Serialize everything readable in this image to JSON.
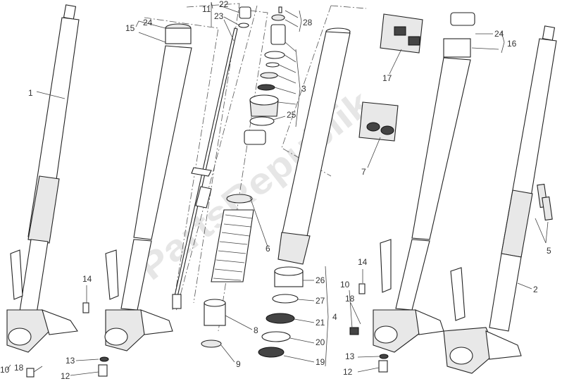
{
  "watermark": "PartsRepublik",
  "callouts": {
    "c1": "1",
    "c15": "15",
    "c24a": "24",
    "c11": "11",
    "c23": "23",
    "c22": "22",
    "c28": "28",
    "c3": "3",
    "c25": "25",
    "c24b": "24",
    "c16": "16",
    "c17": "17",
    "c7": "7",
    "c5": "5",
    "c2": "2",
    "c6": "6",
    "c26": "26",
    "c27": "27",
    "c21": "21",
    "c20": "20",
    "c19": "19",
    "c4": "4",
    "c8": "8",
    "c9": "9",
    "c14a": "14",
    "c13a": "13",
    "c12a": "12",
    "c10a": "10",
    "c18a": "18",
    "c10b": "10",
    "c18b": "18",
    "c14b": "14",
    "c13b": "13",
    "c12b": "12"
  }
}
